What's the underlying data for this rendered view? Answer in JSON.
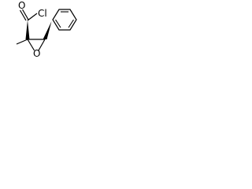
{
  "structure": {
    "atoms": {
      "carbonyl_oxygen": "O",
      "chlorine": "Cl",
      "ring_oxygen": "O"
    },
    "colors": {
      "stroke": "#000000",
      "background": "#ffffff"
    }
  }
}
